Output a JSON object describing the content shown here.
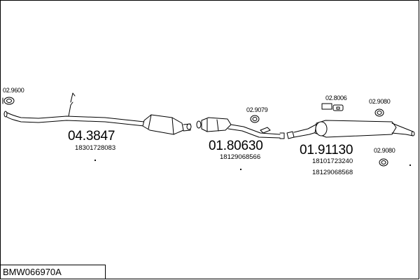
{
  "diagram": {
    "reference": "BMW066970A",
    "parts": [
      {
        "number": "02.9600"
      },
      {
        "number": "04.3847",
        "oem": [
          "18301728083"
        ]
      },
      {
        "number": "01.80630",
        "oem": [
          "18129068566"
        ]
      },
      {
        "number": "02.9079"
      },
      {
        "number": "01.91130",
        "oem": [
          "18101723240",
          "18129068568"
        ]
      },
      {
        "number": "02.8006"
      },
      {
        "number": "02.9080"
      },
      {
        "number": "02.9080"
      }
    ],
    "colors": {
      "line": "#000000",
      "background": "#ffffff",
      "fill": "#ffffff"
    }
  }
}
